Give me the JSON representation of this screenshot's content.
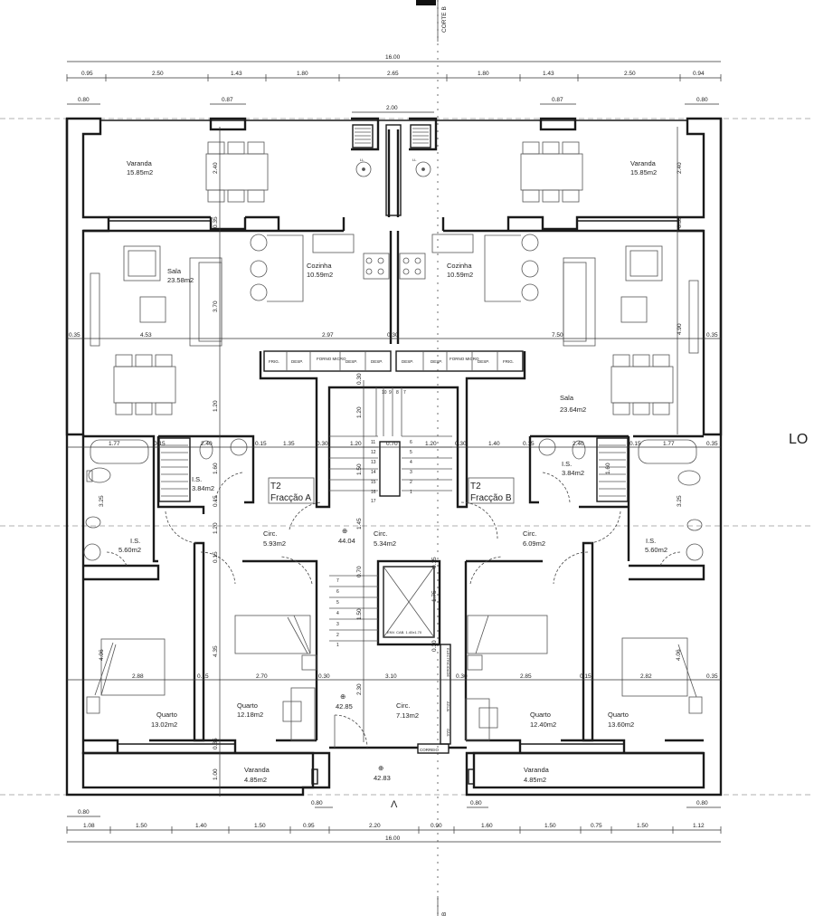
{
  "drawing": {
    "section_label_top": "CORTE B",
    "section_label_bottom": "B",
    "side_label": "LO",
    "north_arrow_glyph": "Λ"
  },
  "dimensions": {
    "top_total": "16.00",
    "top_segments": [
      "0.95",
      "2.50",
      "1.43",
      "1.80",
      "2.65",
      "1.80",
      "1.43",
      "2.50",
      "0.94"
    ],
    "top_small": [
      "0.80",
      "0.87",
      "2.00",
      "0.87",
      "0.80"
    ],
    "bottom_total": "16.00",
    "bottom_segments": [
      "1.08",
      "1.50",
      "1.40",
      "1.50",
      "0.95",
      "2.20",
      "0.90",
      "1.60",
      "1.50",
      "0.75",
      "1.50",
      "1.12"
    ],
    "bottom_small": [
      "0.80",
      "0.80",
      "0.80",
      "0.80"
    ],
    "mid_row_1": [
      "0.35",
      "4.53",
      "2.97",
      "0.30",
      "7.50",
      "0.35"
    ],
    "mid_row_2": [
      "1.77",
      "0.15",
      "2.40",
      "0.15",
      "1.35",
      "0.30",
      "1.20",
      "0.70",
      "1.20",
      "0.30",
      "1.40",
      "0.15",
      "2.40",
      "0.15",
      "1.77",
      "0.35"
    ],
    "mid_row_3": [
      "2.88",
      "0.15",
      "2.70",
      "0.30",
      "3.10",
      "0.30",
      "2.85",
      "0.15",
      "2.82",
      "0.35"
    ],
    "vertical": [
      "2.40",
      "0.35",
      "3.70",
      "1.20",
      "1.60",
      "0.15",
      "1.20",
      "0.15",
      "4.35",
      "1.00",
      "0.35",
      "3.25",
      "4.06",
      "0.30",
      "1.20",
      "1.50",
      "1.45",
      "0.70",
      "1.50",
      "2.30",
      "1.75",
      "0.15",
      "0.30",
      "2.40",
      "4.90",
      "0.35",
      "1.60",
      "3.25",
      "4.06"
    ]
  },
  "rooms": {
    "varanda_left": {
      "name": "Varanda",
      "area": "15.85m2"
    },
    "varanda_right": {
      "name": "Varanda",
      "area": "15.85m2"
    },
    "sala_left": {
      "name": "Sala",
      "area": "23.58m2"
    },
    "sala_right": {
      "name": "Sala",
      "area": "23.64m2"
    },
    "cozinha_left": {
      "name": "Cozinha",
      "area": "10.59m2"
    },
    "cozinha_right": {
      "name": "Cozinha",
      "area": "10.59m2"
    },
    "is_small_left": {
      "name": "I.S.",
      "area": "3.84m2"
    },
    "is_small_right": {
      "name": "I.S.",
      "area": "3.84m2"
    },
    "is_big_left": {
      "name": "I.S.",
      "area": "5.60m2"
    },
    "is_big_right": {
      "name": "I.S.",
      "area": "5.60m2"
    },
    "circ_left": {
      "name": "Circ.",
      "area": "5.93m2"
    },
    "circ_right": {
      "name": "Circ.",
      "area": "6.09m2"
    },
    "circ_center": {
      "name": "Circ.",
      "area": "5.34m2"
    },
    "circ_lower": {
      "name": "Circ.",
      "area": "7.13m2"
    },
    "quarto_1": {
      "name": "Quarto",
      "area": "13.02m2"
    },
    "quarto_2": {
      "name": "Quarto",
      "area": "12.18m2"
    },
    "quarto_3": {
      "name": "Quarto",
      "area": "12.40m2"
    },
    "quarto_4": {
      "name": "Quarto",
      "area": "13.60m2"
    },
    "varanda_bl": {
      "name": "Varanda",
      "area": "4.85m2"
    },
    "varanda_br": {
      "name": "Varanda",
      "area": "4.85m2"
    }
  },
  "fractions": {
    "a": {
      "type": "T2",
      "name": "Fracção A"
    },
    "b": {
      "type": "T2",
      "name": "Fracção B"
    }
  },
  "levels": {
    "stair_top": "44.04",
    "entrance_inner": "42.85",
    "entrance_outer": "42.83",
    "symbol": "⊕"
  },
  "kitchen_units": [
    "FRIG.",
    "DESP.",
    "FORNO MICRO",
    "DESP.",
    "DESP.",
    "DESP.",
    "DESP.",
    "FORNO MICRO",
    "DESP.",
    "FRIG."
  ],
  "utilities": {
    "lift": "ENV. CAB. 1.40x1.70",
    "electricity": "ELECTRICIDADE",
    "water": "ÁGUA",
    "gas": "GÁS",
    "mail": "CORREIO",
    "laundry": "LL"
  },
  "stair_numbers_top_left": [
    "10",
    "9",
    "8",
    "7"
  ],
  "stair_numbers_left": [
    "11",
    "12",
    "13",
    "14",
    "15",
    "16",
    "17"
  ],
  "stair_numbers_right": [
    "6",
    "5",
    "4",
    "3",
    "2",
    "1"
  ],
  "stair_numbers_lower": [
    "7",
    "6",
    "5",
    "4",
    "3",
    "2",
    "1"
  ]
}
